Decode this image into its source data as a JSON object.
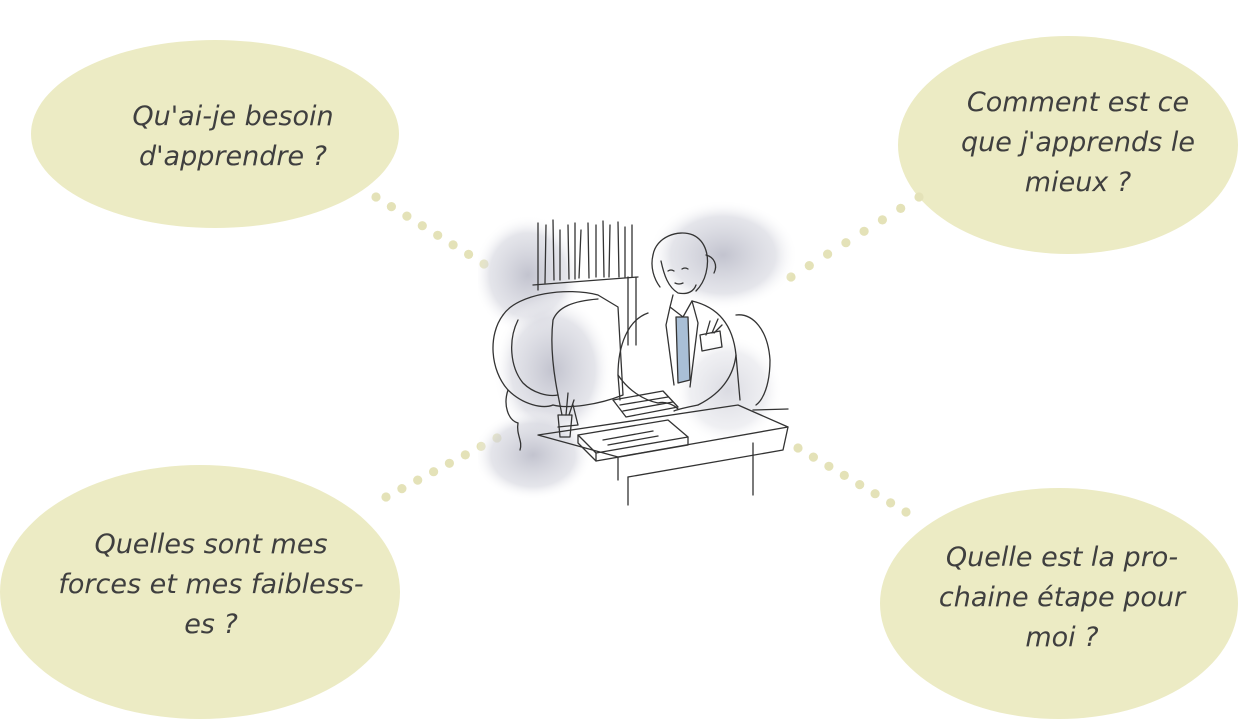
{
  "colors": {
    "bubble_fill": "#ecebc4",
    "dot_color": "#e4e2b8",
    "text_color": "#3f3f3f",
    "ink": "#333333",
    "shadow": "#c9cad3",
    "accent_tie": "#a9bfd6"
  },
  "bubbles": {
    "top_left": {
      "lines": [
        "Qu'ai-je besoin",
        "d'apprendre ?"
      ]
    },
    "top_right": {
      "lines": [
        "Comment est ce",
        "que j'apprends le",
        "mieux ?"
      ]
    },
    "bottom_left": {
      "lines": [
        "Quelles sont mes",
        "forces et mes faibless-",
        "es ?"
      ]
    },
    "bottom_right": {
      "lines": [
        "Quelle est la pro-",
        "chaine étape pour",
        "moi ?"
      ]
    }
  },
  "illustration": {
    "subject": "woman-at-computer-desk",
    "icons": [
      "monitor-icon",
      "keyboard-icon",
      "bookshelf-icon",
      "pen-cup-icon",
      "paper-tray-icon"
    ]
  }
}
